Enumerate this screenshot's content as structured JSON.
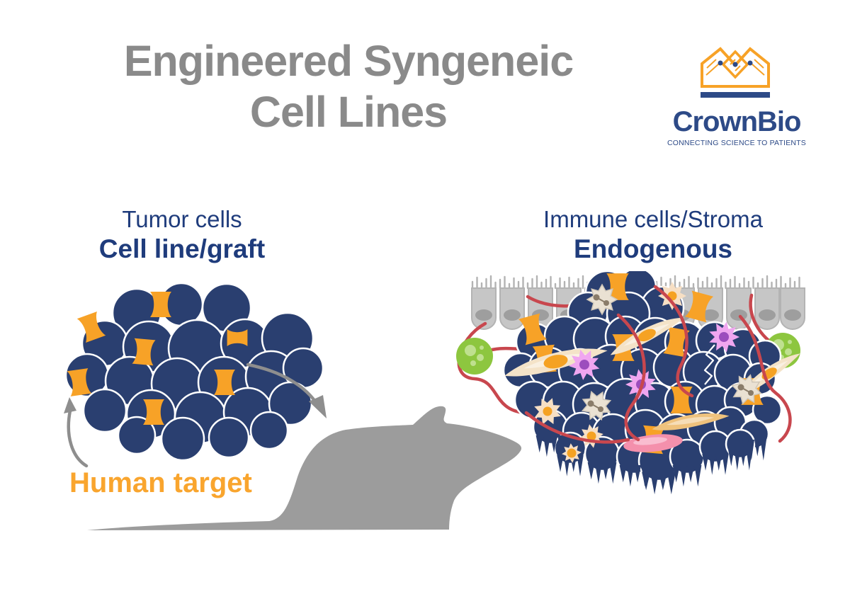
{
  "title": {
    "line1": "Engineered Syngeneic",
    "line2": "Cell Lines"
  },
  "logo": {
    "wordmark": "CrownBio",
    "tagline": "CONNECTING SCIENCE TO PATIENTS"
  },
  "tumor_label": {
    "line1": "Tumor cells",
    "line2": "Cell line/graft"
  },
  "immune_label": {
    "line1": "Immune cells/Stroma",
    "line2": "Endogenous"
  },
  "annotation": {
    "human_target": "Human target"
  },
  "icons": {
    "logo_icon": "crown-icon",
    "left_figure": "tumor-cell-cluster",
    "right_figure": "tumor-microenvironment-cluster",
    "center_figure": "mouse-silhouette",
    "arrow_left": "curved-arrow-to-cluster",
    "arrow_right": "curved-arrow-to-mouse"
  },
  "colors": {
    "title_gray": "#8A8A8A",
    "logo_navy": "#2D4A87",
    "navy_text": "#1F3C7C",
    "cell_navy": "#2A3F70",
    "cell_outline": "#FFFFFF",
    "orange": "#F7A227",
    "orange_text": "#F9A52E",
    "arrow_gray": "#8E8E8E",
    "mouse_gray": "#9C9C9C",
    "villi_gray": "#C6C6C6",
    "villi_dark": "#9E9E9E",
    "villi_spike": "#B3B3B3",
    "vessel_red": "#C8474E",
    "green": "#8DC63F",
    "green_light": "#BFE08F",
    "pink_star": "#F0A6F0",
    "purple_nucleus": "#9C4DBD",
    "cream": "#F7DFC4",
    "khaki": "#EAE1D3",
    "khaki_dot": "#8A7C6A",
    "spindle": "#F4E3C8",
    "spindle_nucleus": "#F5A223",
    "tan": "#EFC27D",
    "pink_blob": "#F490AC"
  }
}
